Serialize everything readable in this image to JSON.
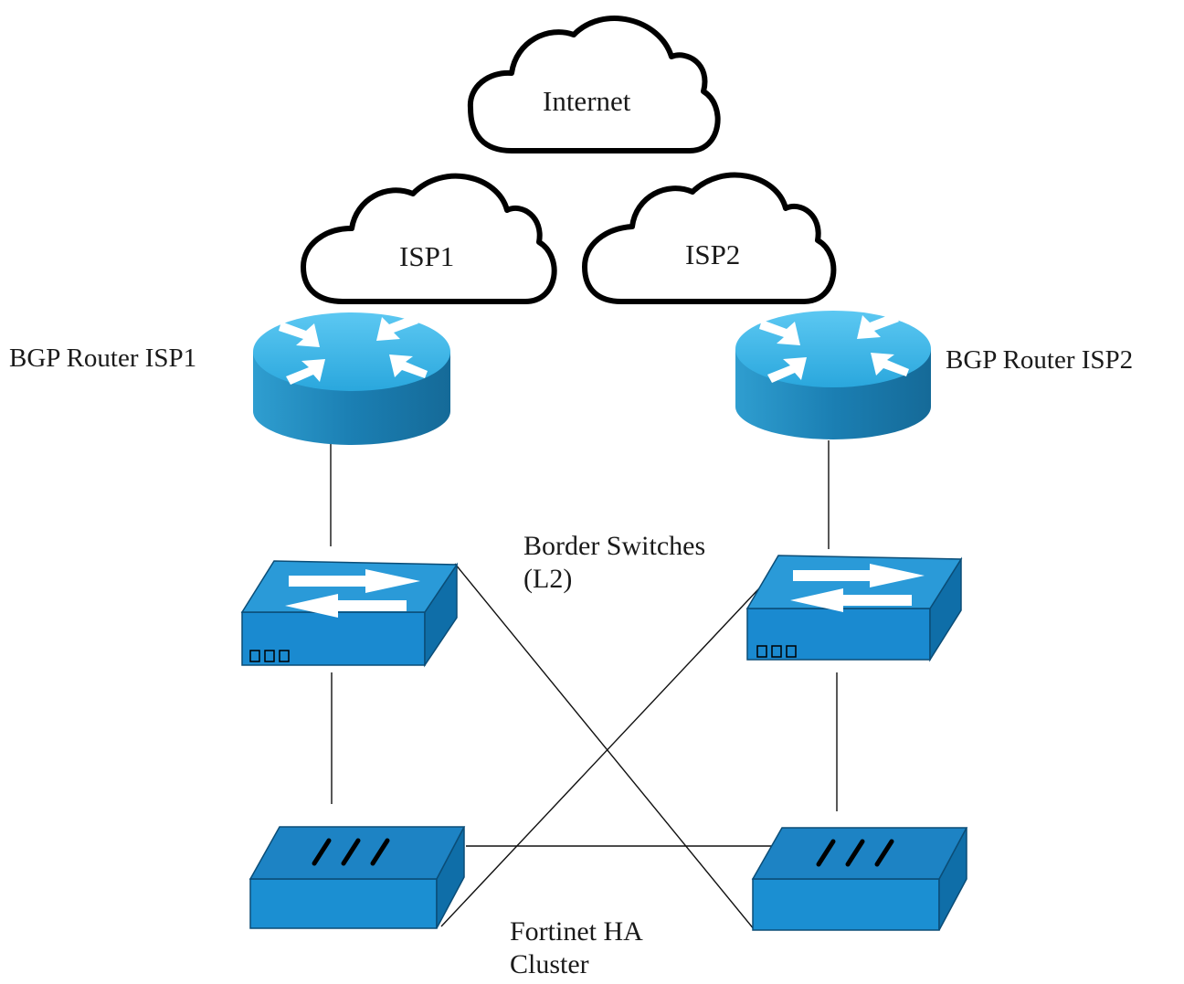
{
  "clouds": {
    "internet": "Internet",
    "isp1": "ISP1",
    "isp2": "ISP2"
  },
  "routers": {
    "isp1_label": "BGP Router ISP1",
    "isp2_label": "BGP Router ISP2"
  },
  "switches": {
    "label_line1": "Border Switches",
    "label_line2": "(L2)"
  },
  "firewalls": {
    "label_line1": "Fortinet HA",
    "label_line2": "Cluster"
  },
  "colors": {
    "router_top": "#3fb8ea",
    "router_side": "#1b7fb3",
    "switch_top": "#1f8fce",
    "switch_front": "#1a8ad0",
    "firewall_front": "#1b8fd2",
    "outline": "#000000"
  },
  "icons": [
    "cloud-icon",
    "router-icon",
    "switch-icon",
    "firewall-icon"
  ]
}
